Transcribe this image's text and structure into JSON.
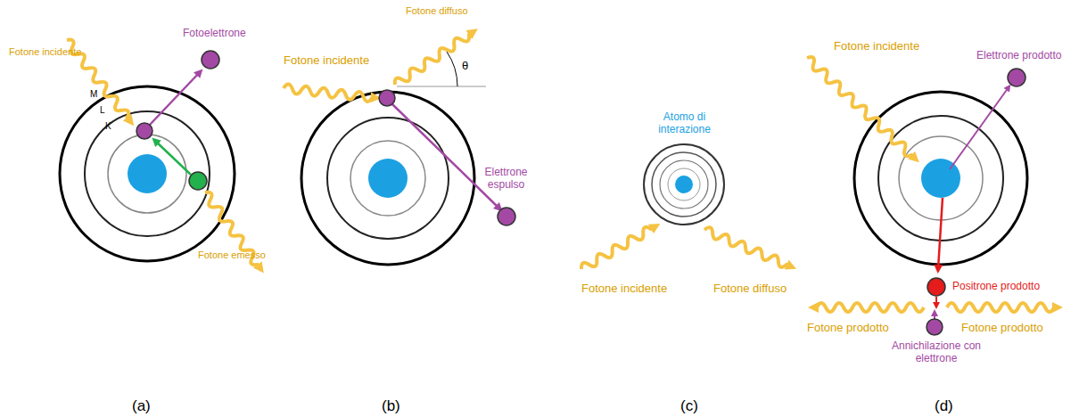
{
  "diagram": {
    "labels": [
      "Fotone incidente",
      "Fotoelettrone",
      "M",
      "L",
      "K",
      "Fotone emesso",
      "(a)",
      "Fotone incidente",
      "Fotone diffuso",
      "θ",
      "Elettrone espulso",
      "(b)",
      "Atomo di interazione",
      "Fotone incidente",
      "Fotone diffuso",
      "(c)",
      "Fotone incidente",
      "Elettrone prodotto",
      "Positrone prodotto",
      "Fotone prodotto",
      "Fotone prodotto",
      "Annichilazione con elettrone",
      "(d)"
    ]
  }
}
